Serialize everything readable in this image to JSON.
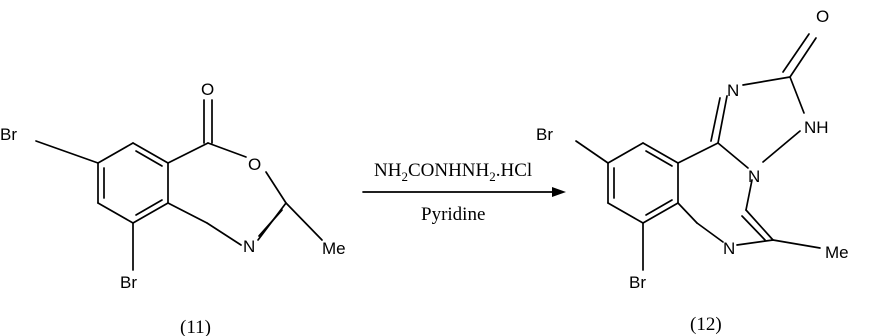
{
  "reactant": {
    "label": "(11)",
    "atoms": {
      "br_top": "Br",
      "br_bottom": "Br",
      "oxygen_carbonyl": "O",
      "oxygen_ring": "O",
      "nitrogen": "N",
      "methyl": "Me"
    }
  },
  "reaction": {
    "reagent": {
      "p1": "NH",
      "p2": "2",
      "p3": "CONHNH",
      "p4": "2",
      "p5": ".HCl"
    },
    "solvent": "Pyridine"
  },
  "product": {
    "label": "(12)",
    "atoms": {
      "br_top": "Br",
      "br_bottom": "Br",
      "oxygen": "O",
      "n_triazole": "N",
      "nh": "NH",
      "n_ring": "N",
      "n_fused": "N",
      "methyl": "Me"
    }
  }
}
